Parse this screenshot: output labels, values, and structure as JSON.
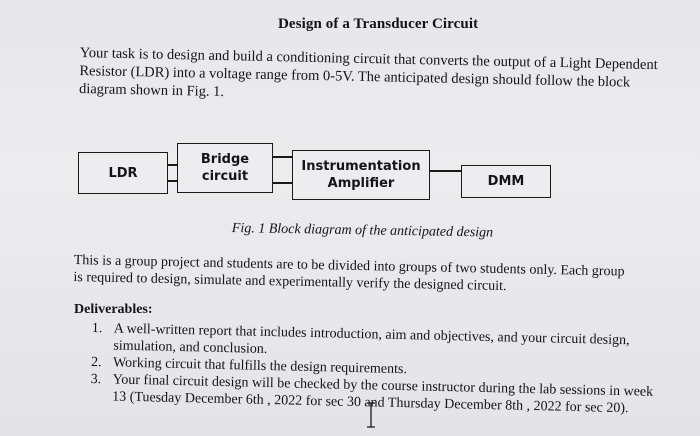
{
  "title": "Design of a Transducer Circuit",
  "intro": {
    "line1": "Your task is to design and build a conditioning circuit that converts the output of a Light Dependent",
    "line2": "Resistor (LDR) into a voltage range from 0-5V. The anticipated design should follow the block",
    "line3": "diagram shown in Fig. 1."
  },
  "diagram": {
    "block1": "LDR",
    "block2": "Bridge circuit",
    "block3": "Instrumentation Amplifier",
    "block4": "DMM",
    "caption": "Fig. 1 Block diagram of the anticipated design"
  },
  "group": {
    "line1": "This is a group project and students are to be divided into groups of two students only. Each group",
    "line2": "is required to design, simulate and experimentally verify the designed circuit."
  },
  "deliverables": {
    "heading": "Deliverables:",
    "items": [
      {
        "num": "1.",
        "text": "A well-written report that includes introduction, aim and objectives, and your circuit design, simulation, and conclusion."
      },
      {
        "num": "2.",
        "text": "Working circuit that fulfills the design requirements."
      },
      {
        "num": "3.",
        "text": "Your final circuit design will be checked by the course instructor during the lab sessions in week 13 (Tuesday December 6th , 2022 for sec 30 and Thursday December 8th , 2022 for sec 20)."
      }
    ]
  }
}
